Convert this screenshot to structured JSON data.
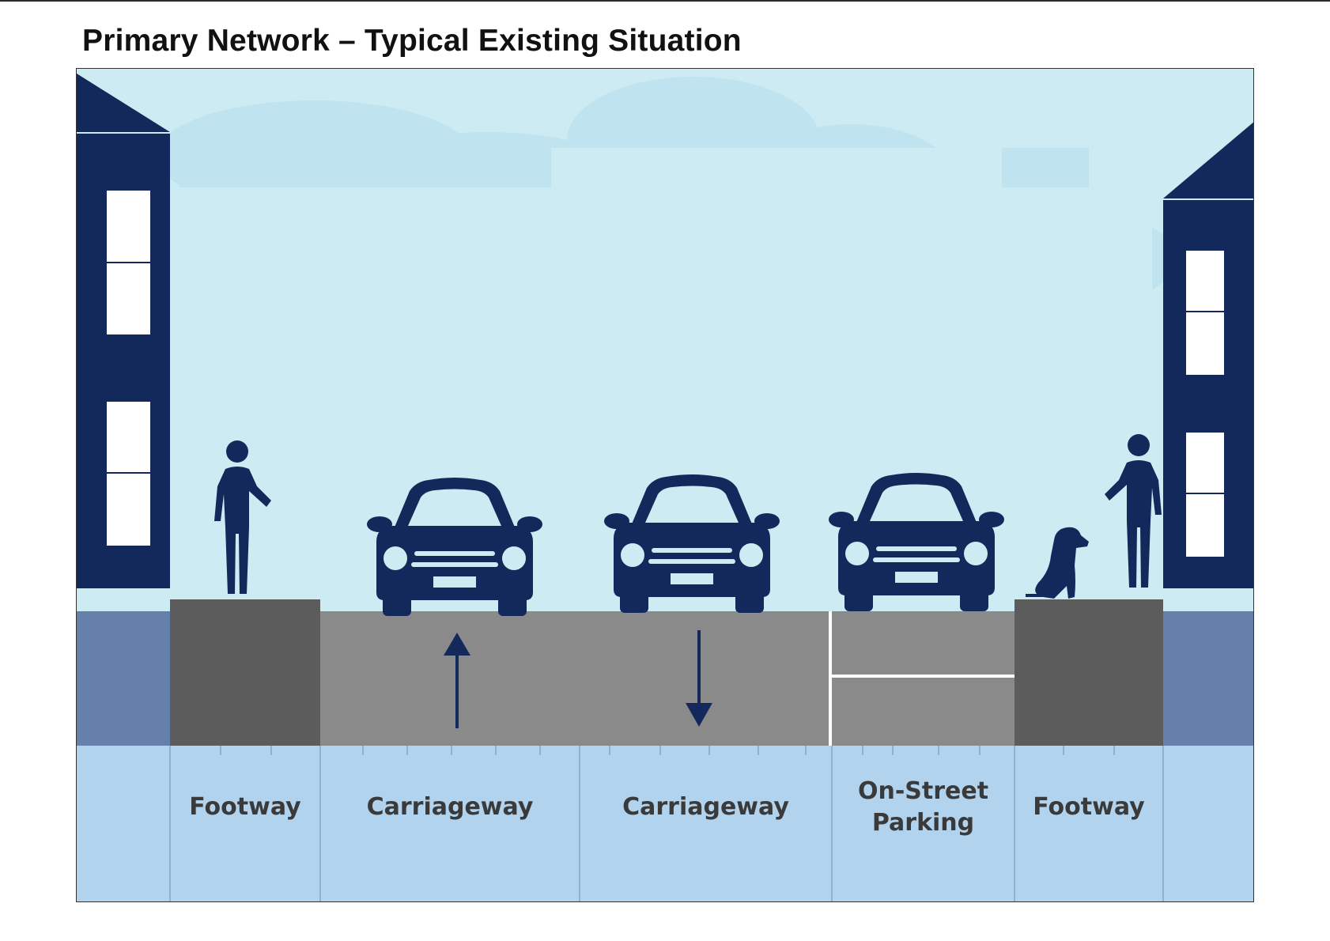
{
  "title": "Primary Network – Typical Existing Situation",
  "zones": [
    {
      "label": "Footway"
    },
    {
      "label": "Carriageway"
    },
    {
      "label": "Carriageway"
    },
    {
      "label": "On-Street\nParking"
    },
    {
      "label": "Footway"
    }
  ],
  "icons": [
    "building-icon",
    "pedestrian-icon",
    "car-icon",
    "direction-arrow-up-icon",
    "direction-arrow-down-icon",
    "dog-icon"
  ],
  "colors": {
    "sky": "#cdebf3",
    "cloud": "#bfe4ef",
    "building": "#14295b",
    "footway": "#5c5c5c",
    "carriageway": "#8a8a8a",
    "ground": "#b2d3ee",
    "building_base": "#6581ab"
  }
}
